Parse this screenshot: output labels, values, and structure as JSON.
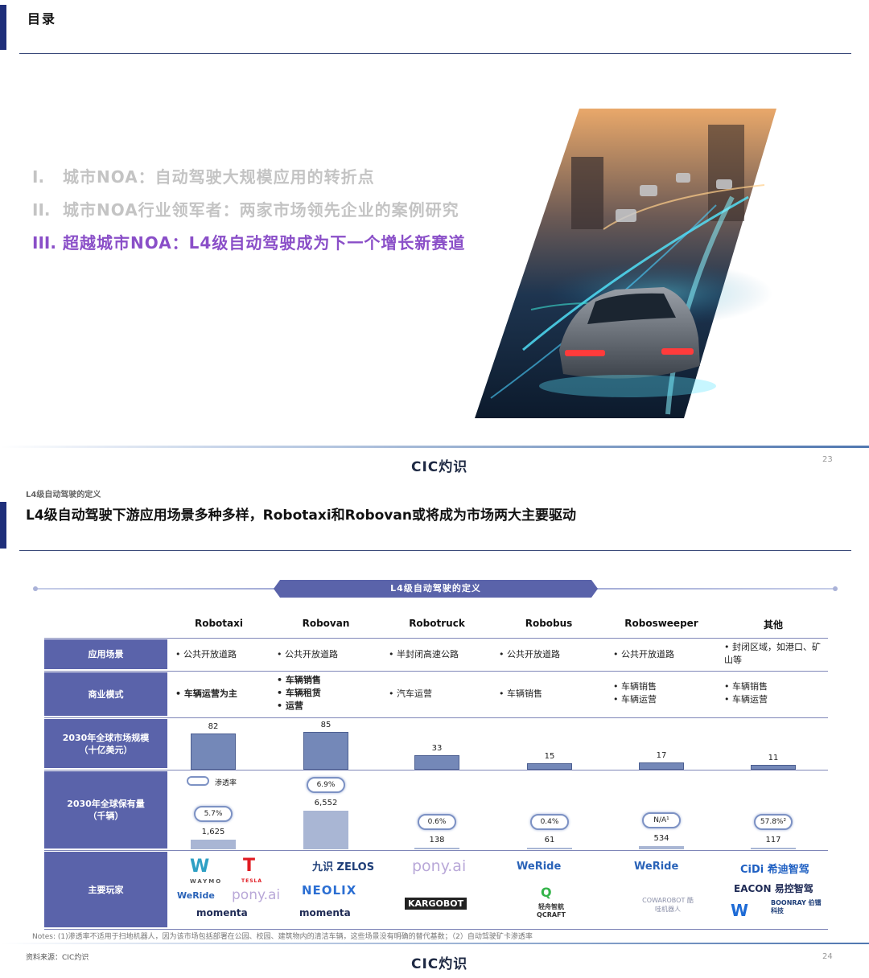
{
  "slide1": {
    "title": "目录",
    "toc": [
      {
        "num": "I.",
        "text": "城市NOA：自动驾驶大规模应用的转折点",
        "state": "dim"
      },
      {
        "num": "II.",
        "text": "城市NOA行业领军者：两家市场领先企业的案例研究",
        "state": "dim"
      },
      {
        "num": "III.",
        "text": "超越城市NOA：L4级自动驾驶成为下一个增长新赛道",
        "state": "active"
      }
    ],
    "logo": "CIC灼识",
    "page": "23"
  },
  "slide2": {
    "kicker": "L4级自动驾驶的定义",
    "title": "L4级自动驾驶下游应用场景多种多样，Robotaxi和Robovan或将成为市场两大主要驱动",
    "banner": "L4级自动驾驶的定义",
    "columns": [
      "Robotaxi",
      "Robovan",
      "Robotruck",
      "Robobus",
      "Robosweeper",
      "其他"
    ],
    "rows": {
      "scenario": "应用场景",
      "business": "商业模式",
      "market_1": "2030年全球市场规模",
      "market_2": "（十亿美元）",
      "fleet_1": "2030年全球保有量",
      "fleet_2": "（千辆）",
      "players": "主要玩家"
    },
    "scenario": [
      [
        "公共开放道路"
      ],
      [
        "公共开放道路"
      ],
      [
        "半封闭高速公路"
      ],
      [
        "公共开放道路"
      ],
      [
        "公共开放道路"
      ],
      [
        "封闭区域，如港口、矿山等"
      ]
    ],
    "business": [
      [
        "车辆运营为主"
      ],
      [
        "车辆销售",
        "车辆租赁",
        "运营"
      ],
      [
        "汽车运营"
      ],
      [
        "车辆销售"
      ],
      [
        "车辆销售",
        "车辆运营"
      ],
      [
        "车辆销售",
        "车辆运营"
      ]
    ],
    "market_size": [
      "82",
      "85",
      "33",
      "15",
      "17",
      "11"
    ],
    "penetration_legend": "渗透率",
    "penetration": [
      "5.7%",
      "6.9%",
      "0.6%",
      "0.4%",
      "N/A¹",
      "57.8%²"
    ],
    "fleet": [
      "1,625",
      "6,552",
      "138",
      "61",
      "534",
      "117"
    ],
    "players": [
      [
        "WAYMO",
        "TESLA",
        "WeRide",
        "pony.ai",
        "momenta"
      ],
      [
        "九识 ZELOS",
        "NEOLIX",
        "momenta"
      ],
      [
        "pony.ai",
        "KARGOBOT"
      ],
      [
        "WeRide",
        "轻舟智航 QCRAFT"
      ],
      [
        "WeRide",
        "COWAROBOT 酷哇机器人"
      ],
      [
        "CiDi 希迪智驾",
        "EACON 易控智驾",
        "BOONRAY 伯镭科技"
      ]
    ],
    "notes": "Notes: (1)渗透率不适用于扫地机器人，因为该市场包括部署在公园、校园、建筑物内的清洁车辆，这些场景没有明确的替代基数；（2）自动驾驶矿卡渗透率",
    "source": "资料来源：CIC灼识",
    "logo": "CIC灼识",
    "page": "24"
  },
  "chart_data": {
    "type": "bar",
    "categories": [
      "Robotaxi",
      "Robovan",
      "Robotruck",
      "Robobus",
      "Robosweeper",
      "其他"
    ],
    "series": [
      {
        "name": "2030年全球市场规模（十亿美元）",
        "values": [
          82,
          85,
          33,
          15,
          17,
          11
        ]
      },
      {
        "name": "2030年全球保有量（千辆）",
        "values": [
          1625,
          6552,
          138,
          61,
          534,
          117
        ]
      }
    ],
    "penetration": [
      "5.7%",
      "6.9%",
      "0.6%",
      "0.4%",
      "N/A¹",
      "57.8%²"
    ]
  },
  "colors": {
    "brand": "#1f2f7a",
    "row_label": "#5a63aa",
    "bar": "#7488b8",
    "active_toc": "#8a4fc8"
  }
}
